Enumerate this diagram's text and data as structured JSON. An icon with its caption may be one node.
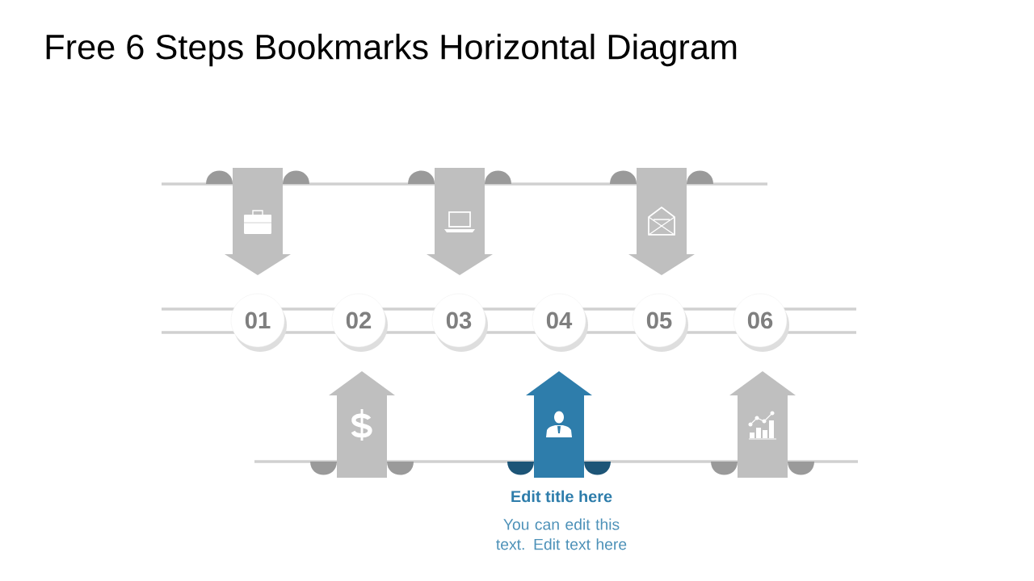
{
  "diagram": {
    "title": "Free 6 Steps Bookmarks Horizontal Diagram",
    "nodes": [
      {
        "text": [
          "01"
        ]
      },
      {
        "text": [
          "02"
        ]
      },
      {
        "text": [
          "03"
        ]
      },
      {
        "text": [
          "04"
        ]
      },
      {
        "text": [
          "05"
        ]
      },
      {
        "text": [
          "06"
        ]
      }
    ],
    "labels": [
      "Edit title here",
      "You can edit this text. Edit text here"
    ]
  }
}
